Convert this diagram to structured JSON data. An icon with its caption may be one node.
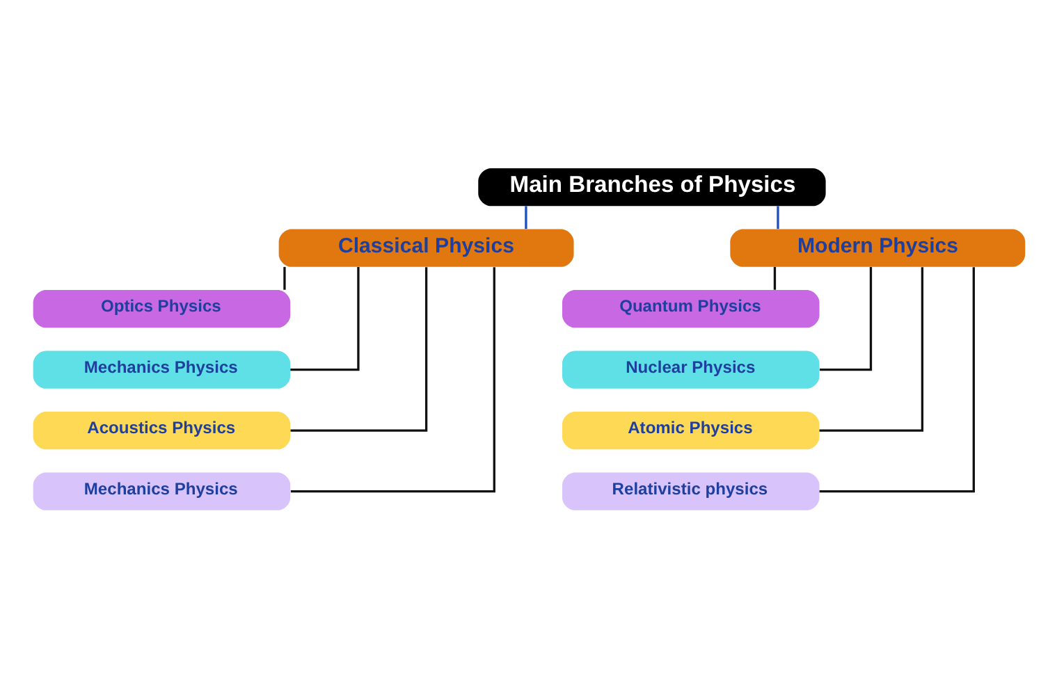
{
  "diagram": {
    "nodes": [
      {
        "text": [
          "Main Branches of Physics"
        ]
      },
      {
        "text": [
          "Classical Physics"
        ]
      },
      {
        "text": [
          "Modern Physics"
        ]
      },
      {
        "text": [
          "Optics Physics"
        ]
      },
      {
        "text": [
          "Mechanics Physics"
        ]
      },
      {
        "text": [
          "Acoustics Physics"
        ]
      },
      {
        "text": [
          "Mechanics Physics"
        ]
      },
      {
        "text": [
          "Quantum Physics"
        ]
      },
      {
        "text": [
          "Nuclear Physics"
        ]
      },
      {
        "text": [
          "Atomic Physics"
        ]
      },
      {
        "text": [
          "Relativistic physics"
        ]
      }
    ],
    "edges": [
      {
        "from": 0,
        "to": 1,
        "arrow": "none",
        "color": "#1f4fb8"
      },
      {
        "from": 0,
        "to": 2,
        "arrow": "none",
        "color": "#1f4fb8"
      },
      {
        "from": 1,
        "to": 3,
        "arrow": "none"
      },
      {
        "from": 1,
        "to": 4,
        "arrow": "none"
      },
      {
        "from": 1,
        "to": 5,
        "arrow": "none"
      },
      {
        "from": 1,
        "to": 6,
        "arrow": "none"
      },
      {
        "from": 2,
        "to": 7,
        "arrow": "none"
      },
      {
        "from": 2,
        "to": 8,
        "arrow": "none"
      },
      {
        "from": 2,
        "to": 9,
        "arrow": "none"
      },
      {
        "from": 2,
        "to": 10,
        "arrow": "none"
      }
    ]
  }
}
